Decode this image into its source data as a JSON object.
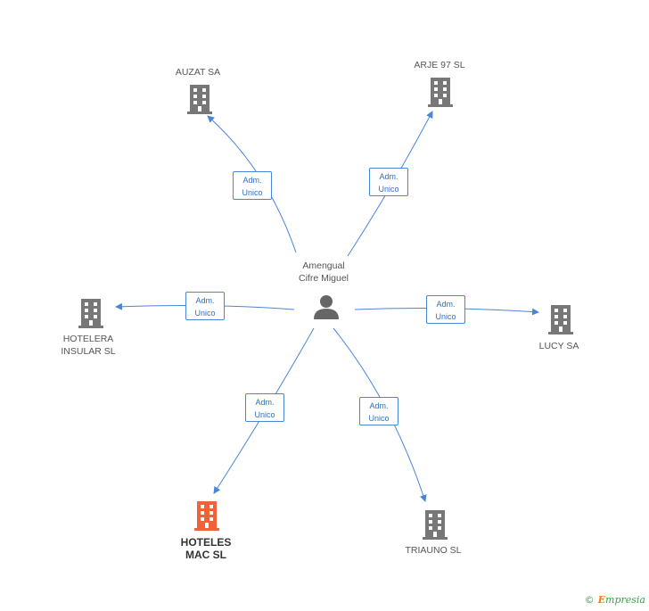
{
  "center": {
    "name_line1": "Amengual",
    "name_line2": "Cifre Miguel"
  },
  "companies": [
    {
      "id": "auzat",
      "name_line1": "AUZAT SA",
      "name_line2": ""
    },
    {
      "id": "arje",
      "name_line1": "ARJE 97 SL",
      "name_line2": ""
    },
    {
      "id": "hotelera",
      "name_line1": "HOTELERA",
      "name_line2": "INSULAR SL"
    },
    {
      "id": "lucy",
      "name_line1": "LUCY SA",
      "name_line2": ""
    },
    {
      "id": "hoteles",
      "name_line1": "HOTELES",
      "name_line2": "MAC SL",
      "highlight": true
    },
    {
      "id": "triauno",
      "name_line1": "TRIAUNO SL",
      "name_line2": ""
    }
  ],
  "relation": {
    "line1": "Adm.",
    "line2": "Unico"
  },
  "colors": {
    "edge": "#4a86d8",
    "building": "#777777",
    "building_highlight": "#f2623a",
    "person": "#666666"
  },
  "footer": {
    "copyright": "©",
    "brand_initial": "E",
    "brand_rest": "mpresia"
  }
}
